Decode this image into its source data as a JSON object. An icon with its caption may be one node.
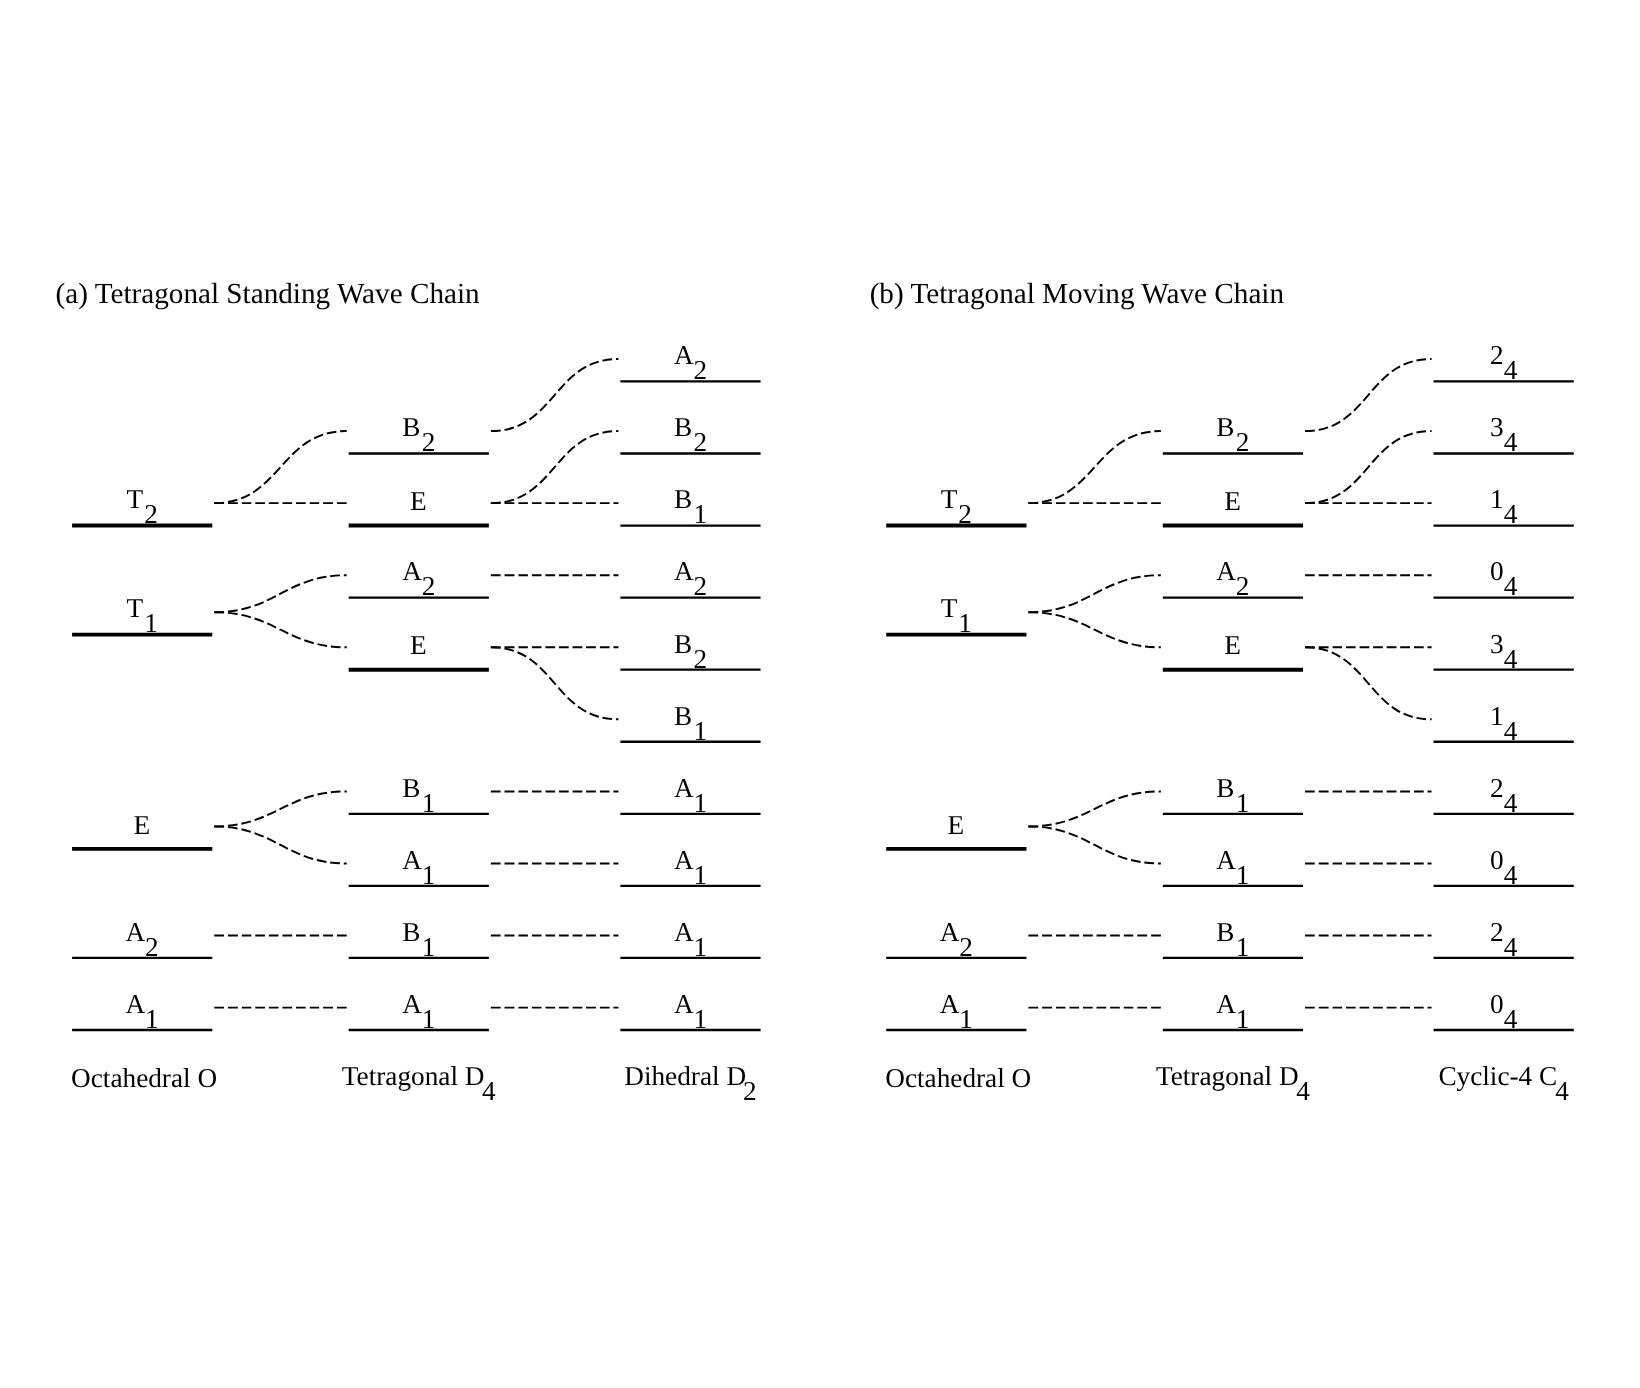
{
  "diagram": {
    "nodes": [
      {
        "text": [
          "A$_{1}$"
        ]
      },
      {
        "text": [
          "A$_{2}$"
        ]
      },
      {
        "text": [
          "E"
        ]
      },
      {
        "text": [
          "T$_{1}$"
        ]
      },
      {
        "text": [
          "T$_{2}$"
        ]
      },
      {
        "text": [
          "A$_{1}$"
        ]
      },
      {
        "text": [
          "B$_{1}$"
        ]
      },
      {
        "text": [
          "A$_{1}$"
        ]
      },
      {
        "text": [
          "B$_{1}$"
        ]
      },
      {
        "text": [
          "E"
        ]
      },
      {
        "text": [
          "A$_{2}$"
        ]
      },
      {
        "text": [
          "E"
        ]
      },
      {
        "text": [
          "B$_{2}$"
        ]
      },
      {
        "text": [
          "A$_{1}$"
        ]
      },
      {
        "text": [
          "A$_{1}$"
        ]
      },
      {
        "text": [
          "A$_{1}$"
        ]
      },
      {
        "text": [
          "A$_{1}$"
        ]
      },
      {
        "text": [
          "B$_{1}$"
        ]
      },
      {
        "text": [
          "B$_{2}$"
        ]
      },
      {
        "text": [
          "A$_{2}$"
        ]
      },
      {
        "text": [
          "B$_{1}$"
        ]
      },
      {
        "text": [
          "B$_{2}$"
        ]
      },
      {
        "text": [
          "A$_{2}$"
        ]
      },
      {
        "text": [
          "A$_{1}$"
        ]
      },
      {
        "text": [
          "A$_{2}$"
        ]
      },
      {
        "text": [
          "E"
        ]
      },
      {
        "text": [
          "T$_{1}$"
        ]
      },
      {
        "text": [
          "T$_{2}$"
        ]
      },
      {
        "text": [
          "A$_{1}$"
        ]
      },
      {
        "text": [
          "B$_{1}$"
        ]
      },
      {
        "text": [
          "A$_{1}$"
        ]
      },
      {
        "text": [
          "B$_{1}$"
        ]
      },
      {
        "text": [
          "E"
        ]
      },
      {
        "text": [
          "A$_{2}$"
        ]
      },
      {
        "text": [
          "E"
        ]
      },
      {
        "text": [
          "B$_{2}$"
        ]
      },
      {
        "text": [
          "0$_{4}$"
        ]
      },
      {
        "text": [
          "2$_{4}$"
        ]
      },
      {
        "text": [
          "0$_{4}$"
        ]
      },
      {
        "text": [
          "2$_{4}$"
        ]
      },
      {
        "text": [
          "1$_{4}$"
        ]
      },
      {
        "text": [
          "3$_{4}$"
        ]
      },
      {
        "text": [
          "0$_{4}$"
        ]
      },
      {
        "text": [
          "1$_{4}$"
        ]
      },
      {
        "text": [
          "3$_{4}$"
        ]
      },
      {
        "text": [
          "2$_{4}$"
        ]
      }
    ],
    "edges": [
      {
        "from": 0,
        "to": 5,
        "arrow": "none",
        "style": "dashed"
      },
      {
        "from": 1,
        "to": 6,
        "arrow": "none",
        "style": "dashed"
      },
      {
        "from": 2,
        "to": 7,
        "arrow": "none",
        "style": "dashed"
      },
      {
        "from": 2,
        "to": 8,
        "arrow": "none",
        "style": "dashed"
      },
      {
        "from": 3,
        "to": 9,
        "arrow": "none",
        "style": "dashed"
      },
      {
        "from": 3,
        "to": 10,
        "arrow": "none",
        "style": "dashed"
      },
      {
        "from": 4,
        "to": 11,
        "arrow": "none",
        "style": "dashed"
      },
      {
        "from": 4,
        "to": 12,
        "arrow": "none",
        "style": "dashed"
      },
      {
        "from": 5,
        "to": 13,
        "arrow": "none",
        "style": "dashed"
      },
      {
        "from": 6,
        "to": 14,
        "arrow": "none",
        "style": "dashed"
      },
      {
        "from": 7,
        "to": 15,
        "arrow": "none",
        "style": "dashed"
      },
      {
        "from": 8,
        "to": 16,
        "arrow": "none",
        "style": "dashed"
      },
      {
        "from": 9,
        "to": 17,
        "arrow": "none",
        "style": "dashed"
      },
      {
        "from": 9,
        "to": 18,
        "arrow": "none",
        "style": "dashed"
      },
      {
        "from": 10,
        "to": 19,
        "arrow": "none",
        "style": "dashed"
      },
      {
        "from": 11,
        "to": 20,
        "arrow": "none",
        "style": "dashed"
      },
      {
        "from": 11,
        "to": 21,
        "arrow": "none",
        "style": "dashed"
      },
      {
        "from": 12,
        "to": 22,
        "arrow": "none",
        "style": "dashed"
      },
      {
        "from": 23,
        "to": 28,
        "arrow": "none",
        "style": "dashed"
      },
      {
        "from": 24,
        "to": 29,
        "arrow": "none",
        "style": "dashed"
      },
      {
        "from": 25,
        "to": 30,
        "arrow": "none",
        "style": "dashed"
      },
      {
        "from": 25,
        "to": 31,
        "arrow": "none",
        "style": "dashed"
      },
      {
        "from": 26,
        "to": 32,
        "arrow": "none",
        "style": "dashed"
      },
      {
        "from": 26,
        "to": 33,
        "arrow": "none",
        "style": "dashed"
      },
      {
        "from": 27,
        "to": 34,
        "arrow": "none",
        "style": "dashed"
      },
      {
        "from": 27,
        "to": 35,
        "arrow": "none",
        "style": "dashed"
      },
      {
        "from": 28,
        "to": 36,
        "arrow": "none",
        "style": "dashed"
      },
      {
        "from": 29,
        "to": 37,
        "arrow": "none",
        "style": "dashed"
      },
      {
        "from": 30,
        "to": 38,
        "arrow": "none",
        "style": "dashed"
      },
      {
        "from": 31,
        "to": 39,
        "arrow": "none",
        "style": "dashed"
      },
      {
        "from": 32,
        "to": 40,
        "arrow": "none",
        "style": "dashed"
      },
      {
        "from": 32,
        "to": 41,
        "arrow": "none",
        "style": "dashed"
      },
      {
        "from": 33,
        "to": 42,
        "arrow": "none",
        "style": "dashed"
      },
      {
        "from": 34,
        "to": 43,
        "arrow": "none",
        "style": "dashed"
      },
      {
        "from": 34,
        "to": 44,
        "arrow": "none",
        "style": "dashed"
      },
      {
        "from": 35,
        "to": 45,
        "arrow": "none",
        "style": "dashed"
      }
    ],
    "labels": [
      "(a) Tetragonal Standing Wave Chain",
      "(b) Tetragonal Moving Wave Chain",
      "Octahedral O",
      "Tetragonal D$_{4}$",
      "Dihedral D$_{2}$",
      "Octahedral O",
      "Tetragonal D$_{4}$",
      "Cyclic-4 C$_{4}$"
    ]
  }
}
